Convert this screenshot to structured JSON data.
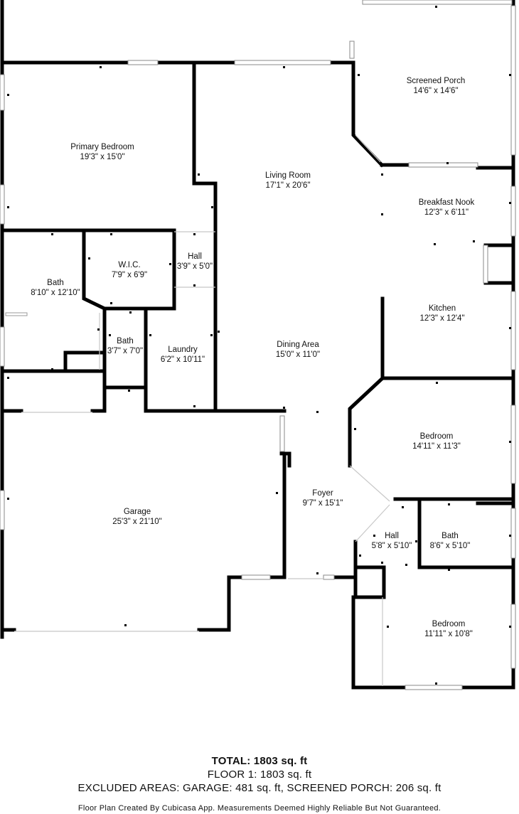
{
  "rooms": [
    {
      "id": "screened-porch",
      "name": "Screened Porch",
      "dims": "14'6\" x 14'6\""
    },
    {
      "id": "primary-bedroom",
      "name": "Primary Bedroom",
      "dims": "19'3\" x 15'0\""
    },
    {
      "id": "living-room",
      "name": "Living Room",
      "dims": "17'1\" x 20'6\""
    },
    {
      "id": "breakfast-nook",
      "name": "Breakfast Nook",
      "dims": "12'3\" x 6'11\""
    },
    {
      "id": "wic",
      "name": "W.I.C.",
      "dims": "7'9\" x 6'9\""
    },
    {
      "id": "hall-upper",
      "name": "Hall",
      "dims": "3'9\" x 5'0\""
    },
    {
      "id": "bath-primary",
      "name": "Bath",
      "dims": "8'10\" x 12'10\""
    },
    {
      "id": "kitchen",
      "name": "Kitchen",
      "dims": "12'3\" x 12'4\""
    },
    {
      "id": "bath-small",
      "name": "Bath",
      "dims": "3'7\" x 7'0\""
    },
    {
      "id": "laundry",
      "name": "Laundry",
      "dims": "6'2\" x 10'11\""
    },
    {
      "id": "dining-area",
      "name": "Dining Area",
      "dims": "15'0\" x 11'0\""
    },
    {
      "id": "bedroom-2",
      "name": "Bedroom",
      "dims": "14'11\" x 11'3\""
    },
    {
      "id": "foyer",
      "name": "Foyer",
      "dims": "9'7\" x 15'1\""
    },
    {
      "id": "garage",
      "name": "Garage",
      "dims": "25'3\" x 21'10\""
    },
    {
      "id": "hall-lower",
      "name": "Hall",
      "dims": "5'8\" x 5'10\""
    },
    {
      "id": "bath-lower",
      "name": "Bath",
      "dims": "8'6\" x 5'10\""
    },
    {
      "id": "bedroom-3",
      "name": "Bedroom",
      "dims": "11'11\" x 10'8\""
    }
  ],
  "totals": {
    "total_label": "TOTAL:",
    "total_value": "1803 sq. ft",
    "floor_line": "FLOOR 1: 1803 sq. ft",
    "excluded_line": "EXCLUDED AREAS: GARAGE: 481 sq. ft, SCREENED PORCH: 206 sq. ft"
  },
  "footer_note": "Floor Plan Created By Cubicasa App. Measurements Deemed Highly Reliable But Not Guaranteed.",
  "colors": {
    "wall": "#000000",
    "window": "#8a8a8a",
    "background": "#ffffff"
  }
}
